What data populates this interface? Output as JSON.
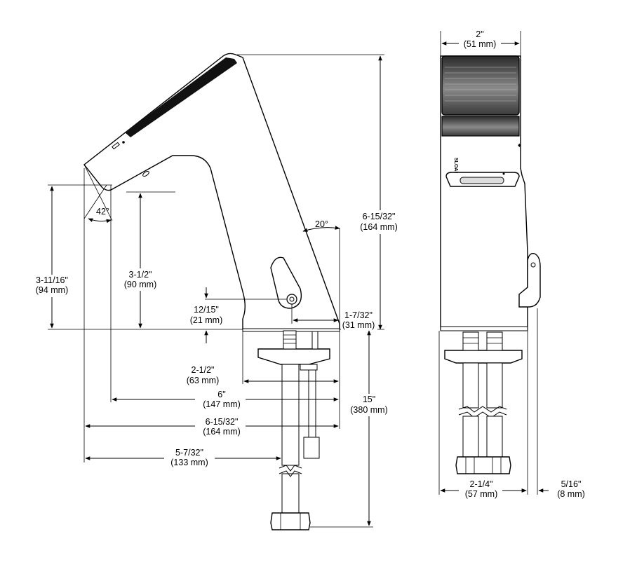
{
  "side_view": {
    "dim_height_total": {
      "imperial": "6-15/32\"",
      "metric": "(164 mm)"
    },
    "dim_spout_height": {
      "imperial": "3-11/16\"",
      "metric": "(94 mm)"
    },
    "dim_outlet_height": {
      "imperial": "3-1/2\"",
      "metric": "(90 mm)"
    },
    "dim_handle_offset": {
      "imperial": "12/15\"",
      "metric": "(21 mm)"
    },
    "dim_base_rear": {
      "imperial": "1-7/32\"",
      "metric": "(31 mm)"
    },
    "dim_base_depth": {
      "imperial": "2-1/2\"",
      "metric": "(63 mm)"
    },
    "dim_reach_outlet": {
      "imperial": "6\"",
      "metric": "(147 mm)"
    },
    "dim_reach_total": {
      "imperial": "6-15/32\"",
      "metric": "(164 mm)"
    },
    "dim_shank_position": {
      "imperial": "5-7/32\"",
      "metric": "(133 mm)"
    },
    "dim_supply_length": {
      "imperial": "15\"",
      "metric": "(380 mm)"
    },
    "angle_spout": "42°",
    "angle_body": "20°"
  },
  "front_view": {
    "dim_top_width": {
      "imperial": "2\"",
      "metric": "(51 mm)"
    },
    "dim_base_width": {
      "imperial": "2-1/4\"",
      "metric": "(57 mm)"
    },
    "dim_side_offset": {
      "imperial": "5/16\"",
      "metric": "(8 mm)"
    },
    "brand_text": "SLOAN"
  }
}
